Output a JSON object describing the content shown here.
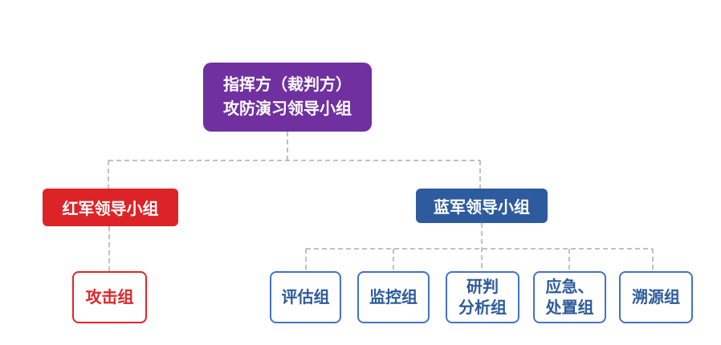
{
  "org_chart": {
    "root": {
      "label": "指挥方（裁判方）\n攻防演习领导小组"
    },
    "branches": [
      {
        "leader": "红军领导小组",
        "children": [
          "攻击组"
        ]
      },
      {
        "leader": "蓝军领导小组",
        "children": [
          "评估组",
          "监控组",
          "研判\n分析组",
          "应急、\n处置组",
          "溯源组"
        ]
      }
    ],
    "colors": {
      "root_bg": "#7030A0",
      "red_leader_bg": "#DC2428",
      "blue_leader_bg": "#2E5B9E",
      "leaf_red_accent": "#E02528",
      "leaf_blue_border": "#4472C4",
      "leaf_blue_text": "#2D5A9B",
      "connector": "#ABABAB"
    }
  }
}
